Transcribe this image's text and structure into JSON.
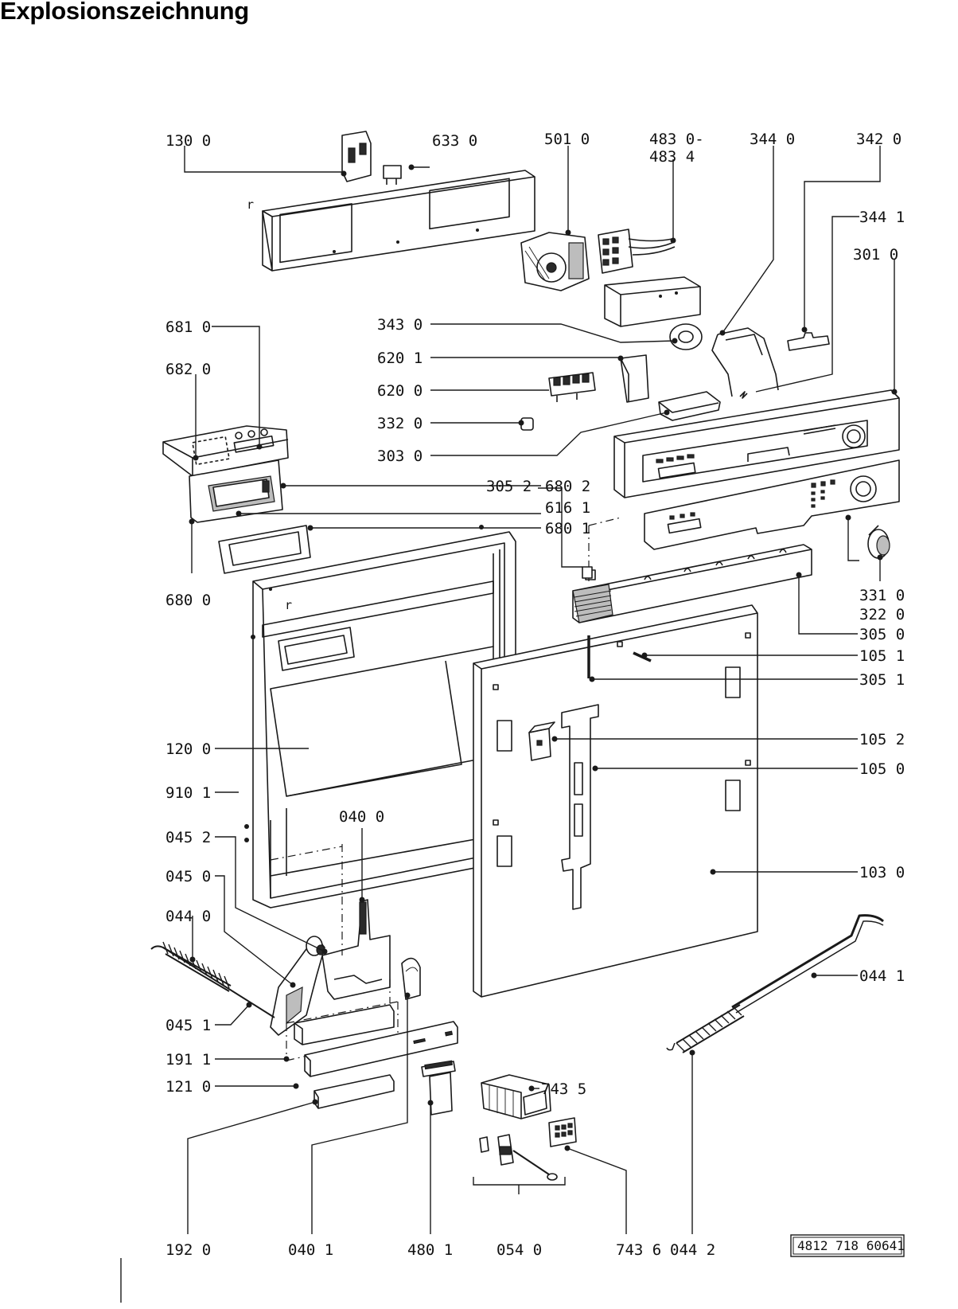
{
  "title": "Explosionszeichnung",
  "document_number": "4812 718 60641",
  "callouts": [
    {
      "id": "130",
      "text": "130 0"
    },
    {
      "id": "633",
      "text": "633 0"
    },
    {
      "id": "501",
      "text": "501 0"
    },
    {
      "id": "483a",
      "text": "483 0-"
    },
    {
      "id": "483b",
      "text": "483 4"
    },
    {
      "id": "344",
      "text": "344 0"
    },
    {
      "id": "342",
      "text": "342 0"
    },
    {
      "id": "3441",
      "text": "344 1"
    },
    {
      "id": "301",
      "text": "301 0"
    },
    {
      "id": "681",
      "text": "681 0"
    },
    {
      "id": "682",
      "text": "682 0"
    },
    {
      "id": "343",
      "text": "343 0"
    },
    {
      "id": "6201",
      "text": "620 1"
    },
    {
      "id": "620",
      "text": "620 0"
    },
    {
      "id": "332",
      "text": "332 0"
    },
    {
      "id": "303",
      "text": "303 0"
    },
    {
      "id": "6802",
      "text": "680 2"
    },
    {
      "id": "6161",
      "text": "616 1"
    },
    {
      "id": "6801",
      "text": "680 1"
    },
    {
      "id": "3052",
      "text": "305 2"
    },
    {
      "id": "680",
      "text": "680 0"
    },
    {
      "id": "331",
      "text": "331 0"
    },
    {
      "id": "322",
      "text": "322 0"
    },
    {
      "id": "305",
      "text": "305 0"
    },
    {
      "id": "1051",
      "text": "105 1"
    },
    {
      "id": "3051",
      "text": "305 1"
    },
    {
      "id": "120",
      "text": "120 0"
    },
    {
      "id": "1052",
      "text": "105 2"
    },
    {
      "id": "105",
      "text": "105 0"
    },
    {
      "id": "9101",
      "text": "910 1"
    },
    {
      "id": "040",
      "text": "040 0"
    },
    {
      "id": "0452",
      "text": "045 2"
    },
    {
      "id": "045",
      "text": "045 0"
    },
    {
      "id": "103",
      "text": "103 0"
    },
    {
      "id": "044",
      "text": "044 0"
    },
    {
      "id": "0441",
      "text": "044 1"
    },
    {
      "id": "0451",
      "text": "045 1"
    },
    {
      "id": "1911",
      "text": "191 1"
    },
    {
      "id": "121",
      "text": "121 0"
    },
    {
      "id": "7435",
      "text": "743 5"
    },
    {
      "id": "192",
      "text": "192 0"
    },
    {
      "id": "0401",
      "text": "040 1"
    },
    {
      "id": "4801",
      "text": "480 1"
    },
    {
      "id": "054",
      "text": "054 0"
    },
    {
      "id": "7436",
      "text": "743 6"
    },
    {
      "id": "0442",
      "text": "044 2"
    }
  ]
}
